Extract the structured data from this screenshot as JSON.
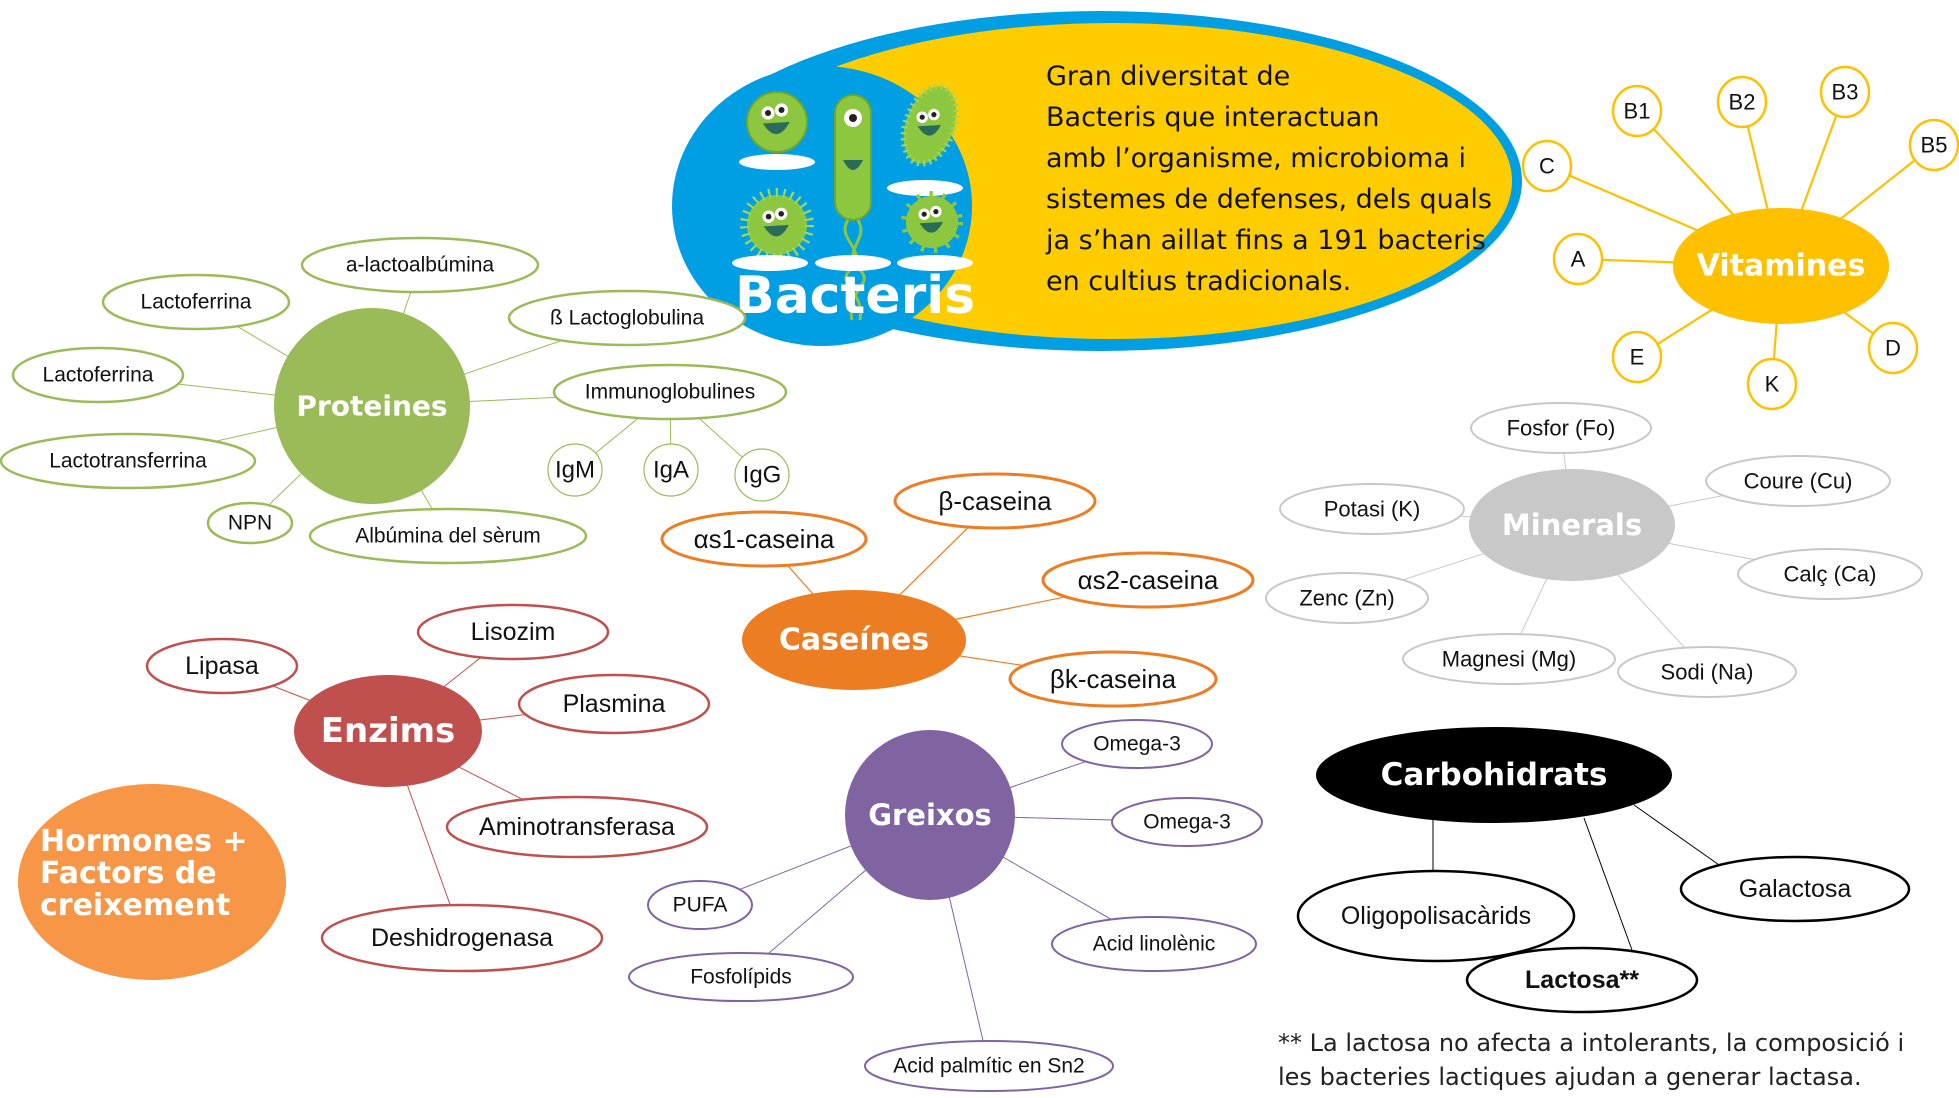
{
  "colors": {
    "proteines": "#9bbb59",
    "caseines": "#ed7d22",
    "enzims": "#c0504d",
    "greixos": "#8064a2",
    "minerals": "#c8c8c8",
    "vitamines": "#ffc000",
    "carbohidrats": "#000000",
    "hormones": "#f79646",
    "bacteris_blue": "#009fe3",
    "bacteris_yellow": "#ffcc00"
  },
  "bacteris": {
    "title": "Bacteris",
    "lines": [
      "Gran diversitat de",
      "Bacteris que interactuan",
      "amb l’organisme, microbioma i",
      "sistemes de defenses, dels quals",
      "ja s’han aillat fins a 191 bacteris",
      "en cultius tradicionals."
    ]
  },
  "proteines": {
    "hub": "Proteines",
    "children": [
      "a-lactoalbúmina",
      "Lactoferrina",
      "Lactoferrina",
      "ß Lactoglobulina",
      "Immunoglobulines",
      "Lactotransferrina",
      "NPN",
      "Albúmina del sèrum"
    ],
    "immunoglobulines": [
      "IgM",
      "IgA",
      "IgG"
    ]
  },
  "caseines": {
    "hub": "Caseínes",
    "children": [
      "αs1-caseina",
      "β-caseina",
      "αs2-caseina",
      "βk-caseina"
    ]
  },
  "vitamines": {
    "hub": "Vitamines",
    "children": [
      "B1",
      "B2",
      "B3",
      "B5",
      "C",
      "A",
      "E",
      "K",
      "D"
    ]
  },
  "minerals": {
    "hub": "Minerals",
    "children": [
      "Fosfor (Fo)",
      "Coure (Cu)",
      "Potasi (K)",
      "Calç (Ca)",
      "Zenc (Zn)",
      "Magnesi (Mg)",
      "Sodi (Na)"
    ]
  },
  "enzims": {
    "hub": "Enzims",
    "children": [
      "Lipasa",
      "Lisozim",
      "Plasmina",
      "Aminotransferasa",
      "Deshidrogenasa"
    ]
  },
  "greixos": {
    "hub": "Greixos",
    "children": [
      "Omega-3",
      "Omega-3",
      "PUFA",
      "Acid linolènic",
      "Fosfolípids",
      "Acid palmític en Sn2"
    ]
  },
  "carbohidrats": {
    "hub": "Carbohidrats",
    "children": [
      "Oligopolisacàrids",
      "Galactosa",
      "Lactosa**"
    ]
  },
  "hormones": {
    "lines": [
      "Hormones  +",
      "Factors  de",
      "creixement"
    ]
  },
  "footnote": {
    "lines": [
      "** La lactosa no afecta a intolerants, la composició i",
      "les bacteries lactiques ajudan a generar lactasa."
    ]
  }
}
